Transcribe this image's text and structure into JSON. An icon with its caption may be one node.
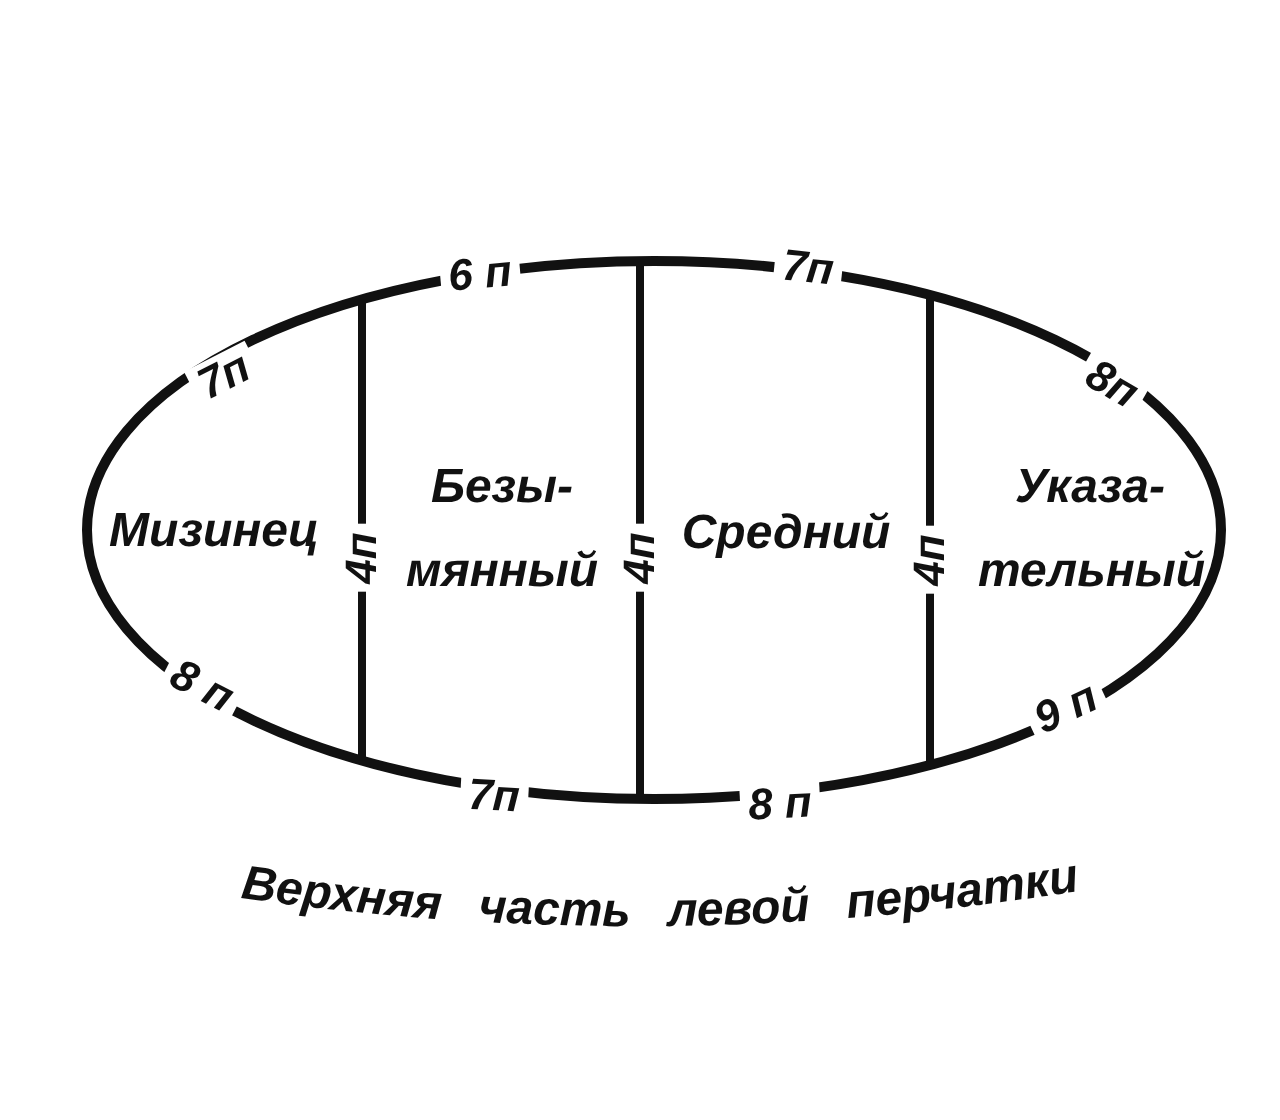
{
  "diagram": {
    "caption": "Верхняя часть левой перчатки",
    "nodes": [
      {
        "text": [
          "Мизинец",
          "Безы- мянный",
          "Средний",
          "Указа- тельный"
        ]
      }
    ],
    "labels": [
      "7п",
      "6 п",
      "7п",
      "8п",
      "4п",
      "4п",
      "4п",
      "8 п",
      "7п",
      "8 п",
      "9 п"
    ]
  }
}
